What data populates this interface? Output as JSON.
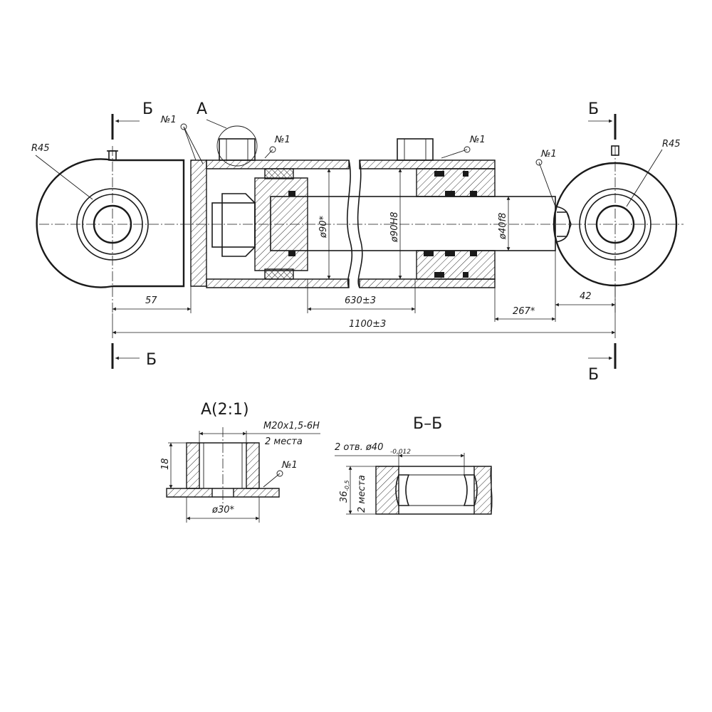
{
  "labels": {
    "section_b": "Б",
    "detail_a": "А",
    "note_no1": "№1",
    "radius": "R45"
  },
  "dims": {
    "d57": "57",
    "d630": "630±3",
    "d1100": "1100±3",
    "d267": "267*",
    "d42": "42",
    "dia90": "ø90*",
    "dia90h8": "ø90H8",
    "dia40f8": "ø40f8"
  },
  "detailA": {
    "title": "А(2:1)",
    "thread": "M20x1,5-6H",
    "places": "2 места",
    "height": "18",
    "dia": "ø30*",
    "note": "№1"
  },
  "sectionBB": {
    "title": "Б–Б",
    "holes": "2 отв. ø40",
    "tol": "-0,012",
    "width": "36",
    "width_tol": "-0,5",
    "places": "2 места"
  }
}
